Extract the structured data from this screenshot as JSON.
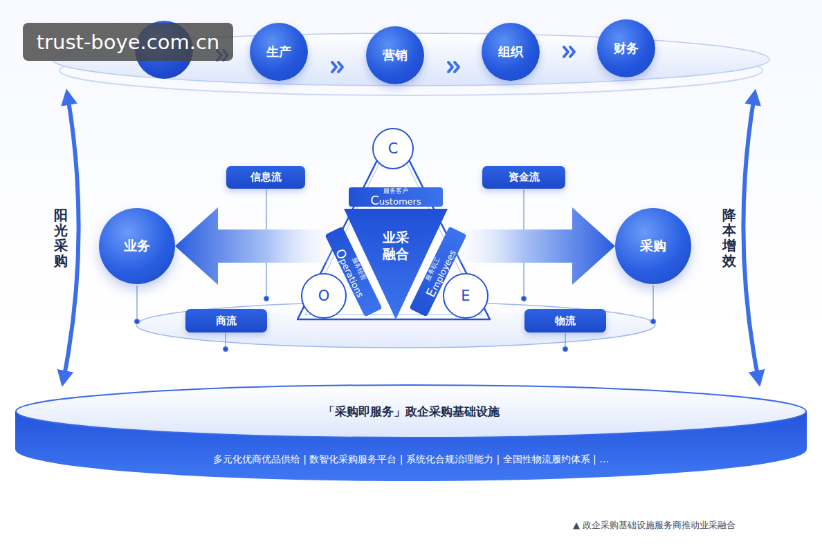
{
  "diagram": {
    "caption": "▲ 政企采购基础设施服务商推动业采融合",
    "nodes": [
      {
        "text": [
          "生产"
        ]
      },
      {
        "text": [
          "营销"
        ]
      },
      {
        "text": [
          "组织"
        ]
      },
      {
        "text": [
          "财务"
        ]
      },
      {
        "text": [
          "业采融合"
        ]
      },
      {
        "text": [
          "C"
        ]
      },
      {
        "text": [
          "服务客户",
          "Customers"
        ]
      },
      {
        "text": [
          "O"
        ]
      },
      {
        "text": [
          "服务经营",
          "Operations"
        ]
      },
      {
        "text": [
          "E"
        ]
      },
      {
        "text": [
          "服务职工",
          "Employees"
        ]
      },
      {
        "text": [
          "业务"
        ]
      },
      {
        "text": [
          "采购"
        ]
      },
      {
        "text": [
          "信息流"
        ]
      },
      {
        "text": [
          "商流"
        ]
      },
      {
        "text": [
          "资金流"
        ]
      },
      {
        "text": [
          "物流"
        ]
      },
      {
        "text": [
          "「采购即服务」政企采购基础设施",
          "多元化优商优品供给 | 数智化采购服务平台 | 系统化合规治理能力 | 全国性物流履约体系 | …"
        ]
      }
    ],
    "edges": [
      {
        "from": 4,
        "to": 11,
        "arrow": "to"
      },
      {
        "from": 4,
        "to": 12,
        "arrow": "to"
      }
    ],
    "labels": [
      "trust-boye.com.cn",
      "阳光采购",
      "降本增效"
    ]
  }
}
